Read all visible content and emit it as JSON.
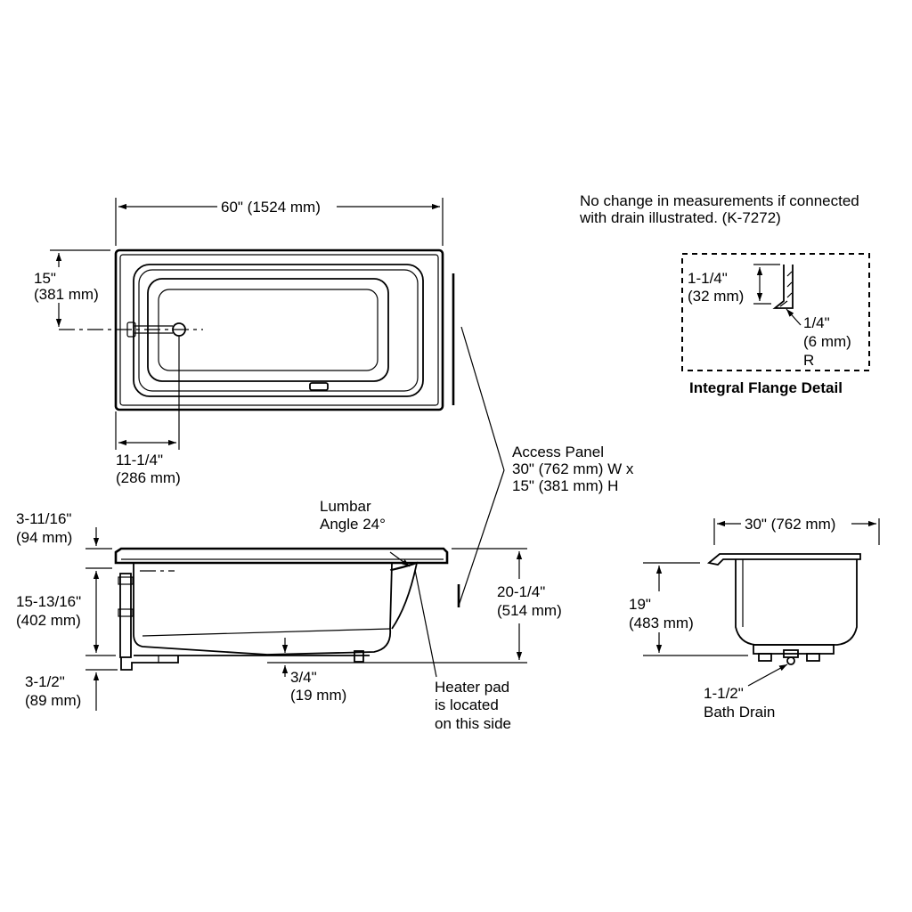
{
  "top_view": {
    "width_label": "60\" (1524 mm)",
    "drain_offset_in": "15\"",
    "drain_offset_mm": "(381 mm)",
    "drain_from_end_in": "11-1/4\"",
    "drain_from_end_mm": "(286 mm)"
  },
  "access_panel": {
    "line1": "Access Panel",
    "line2": "30\" (762 mm) W x",
    "line3": "15\" (381 mm) H"
  },
  "flange_detail": {
    "note_line1": "No change in measurements if connected",
    "note_line2": "with drain illustrated. (K-7272)",
    "height_in": "1-1/4\"",
    "height_mm": "(32 mm)",
    "radius_in": "1/4\"",
    "radius_mm": "(6 mm)",
    "radius_mark": "R",
    "title": "Integral Flange Detail"
  },
  "side_view": {
    "lumbar_line1": "Lumbar",
    "lumbar_line2": "Angle 24°",
    "flange_height_in": "3-11/16\"",
    "flange_height_mm": "(94 mm)",
    "basin_depth_in": "15-13/16\"",
    "basin_depth_mm": "(402 mm)",
    "drain_height_in": "3-1/2\"",
    "drain_height_mm": "(89 mm)",
    "foot_height_in": "3/4\"",
    "foot_height_mm": "(19 mm)",
    "overall_height_in": "20-1/4\"",
    "overall_height_mm": "(514 mm)",
    "heater_line1": "Heater pad",
    "heater_line2": "is located",
    "heater_line3": "on this side"
  },
  "end_view": {
    "width_label": "30\" (762 mm)",
    "height_in": "19\"",
    "height_mm": "(483 mm)",
    "drain_size": "1-1/2\"",
    "drain_label": "Bath Drain"
  }
}
